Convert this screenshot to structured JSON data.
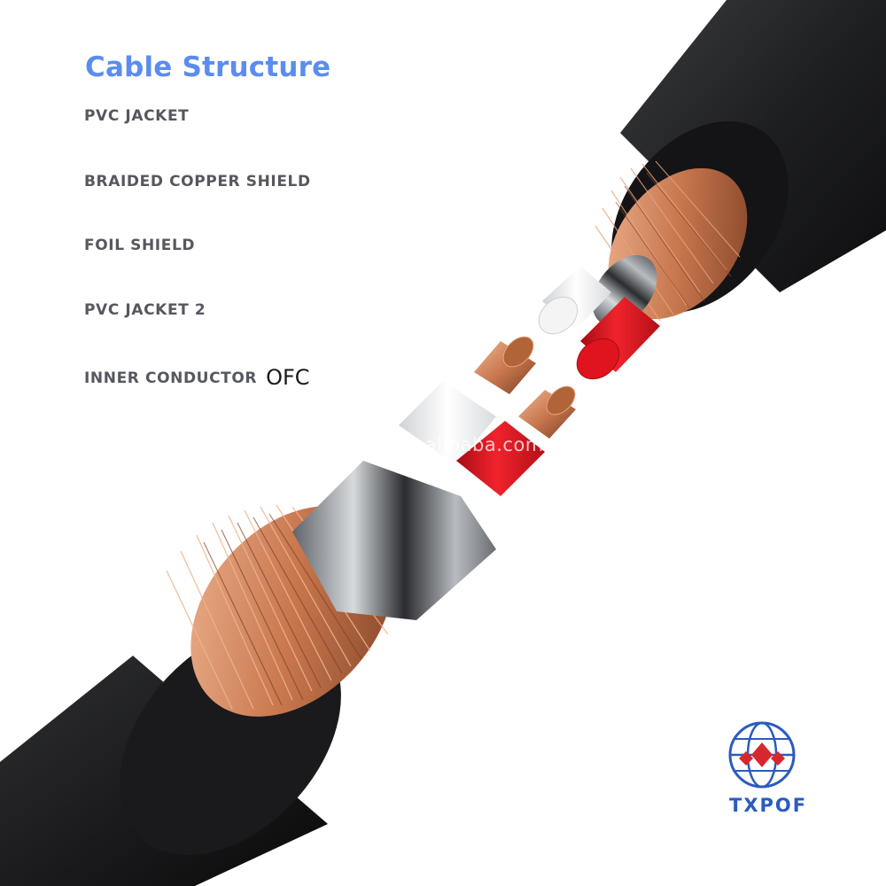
{
  "title": "Cable Structure",
  "layers": [
    {
      "label": "PVC JACKET"
    },
    {
      "label": "BRAIDED COPPER SHIELD"
    },
    {
      "label": "FOIL SHIELD"
    },
    {
      "label": "PVC JACKET 2"
    },
    {
      "label": "INNER CONDUCTOR",
      "note": "OFC"
    }
  ],
  "watermark": "txpof.en.alibaba.com",
  "logo": {
    "brand_text": "TXPOF",
    "icon": "globe-logo-icon",
    "color": "#2a5bbf"
  },
  "colors": {
    "title": "#5b8def",
    "jacket": "#1c1c1e",
    "copper": "#c8774e",
    "foil": "#9aa0a6",
    "insulation_red": "#e0141e",
    "insulation_white": "#f2f2f2"
  }
}
